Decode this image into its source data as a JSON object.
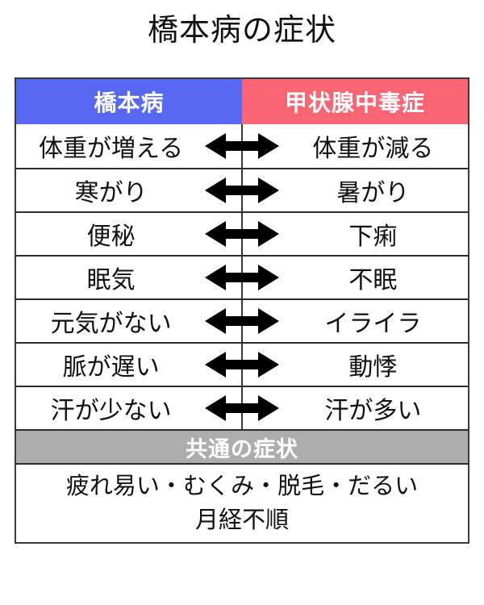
{
  "title": "橋本病の症状",
  "table": {
    "header": {
      "left_label": "橋本病",
      "right_label": "甲状腺中毒症",
      "left_color": "#5768f2",
      "right_color": "#fa6573",
      "text_color": "#ffffff"
    },
    "arrow_icon": "double-headed-arrow",
    "rows": [
      {
        "left": "体重が増える",
        "right": "体重が減る"
      },
      {
        "left": "寒がり",
        "right": "暑がり"
      },
      {
        "left": "便秘",
        "right": "下痢"
      },
      {
        "left": "眠気",
        "right": "不眠"
      },
      {
        "left": "元気がない",
        "right": "イライラ"
      },
      {
        "left": "脈が遅い",
        "right": "動悸"
      },
      {
        "left": "汗が少ない",
        "right": "汗が多い"
      }
    ],
    "common": {
      "band_label": "共通の症状",
      "band_color": "#adadad",
      "band_text_color": "#ffffff",
      "lines": [
        "疲れ易い・むくみ・脱毛・だるい",
        "月経不順"
      ]
    },
    "border_color": "#3a3a3a",
    "grid_color": "#2b2b2b"
  }
}
